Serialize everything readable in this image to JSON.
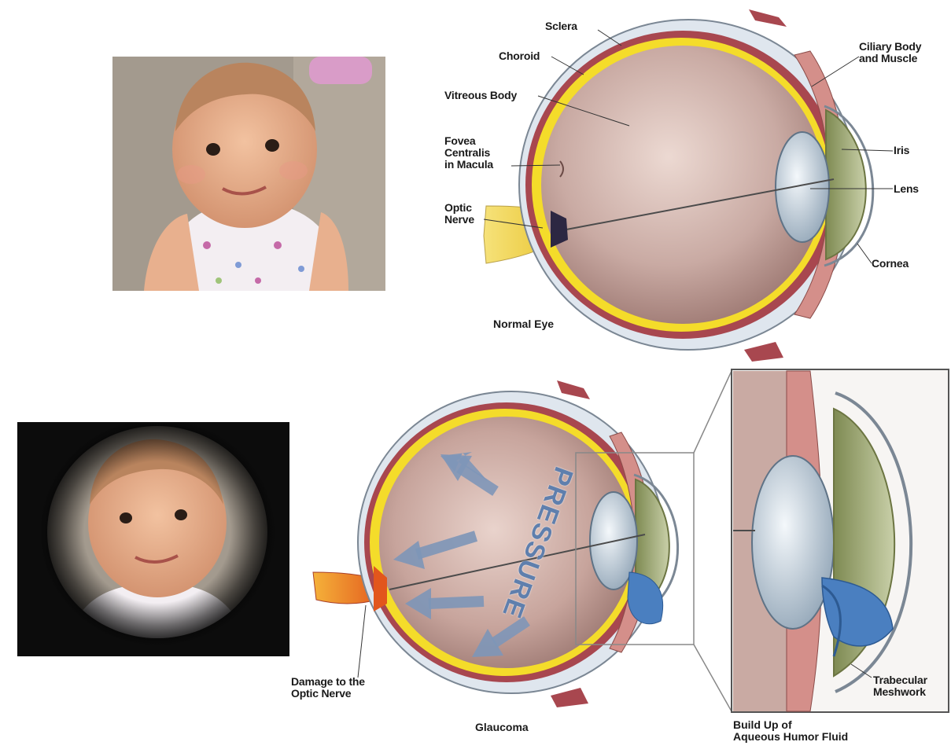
{
  "normal_eye": {
    "caption": "Normal Eye",
    "labels": {
      "sclera": "Sclera",
      "choroid": "Choroid",
      "vitreous": "Vitreous Body",
      "fovea": "Fovea\nCentralis\nin Macula",
      "optic_nerve": "Optic\nNerve",
      "ciliary": "Ciliary Body\nand Muscle",
      "iris": "Iris",
      "lens": "Lens",
      "cornea": "Cornea"
    }
  },
  "glaucoma_eye": {
    "caption": "Glaucoma",
    "pressure_text": "PRESSURE",
    "damage_label": "Damage to the\nOptic Nerve"
  },
  "inset": {
    "caption": "Build Up of\nAqueous Humor Fluid",
    "trabecular_label": "Trabecular\nMeshwork"
  },
  "colors": {
    "sclera": "#dfe6ee",
    "choroid": "#a8474f",
    "retina": "#f4dc2a",
    "vitreous": "#c9aaa3",
    "lens": "#c8d4de",
    "fluid": "#4a7fc0",
    "nerve_damage": "#e2561c",
    "arrow": "#7e96b8"
  }
}
